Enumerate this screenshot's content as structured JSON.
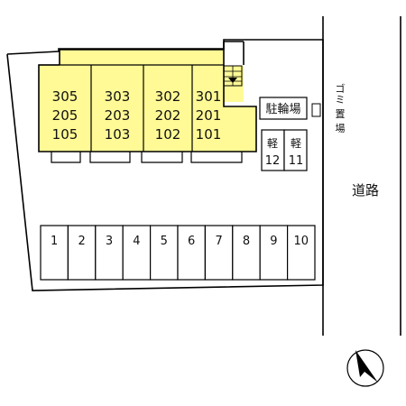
{
  "building": {
    "fill": "#fffa96",
    "units": [
      {
        "lines": [
          "305",
          "205",
          "105"
        ]
      },
      {
        "lines": [
          "303",
          "203",
          "103"
        ]
      },
      {
        "lines": [
          "302",
          "202",
          "102"
        ]
      },
      {
        "lines": [
          "301",
          "201",
          "101"
        ]
      }
    ]
  },
  "bike_parking": {
    "label": "駐輪場"
  },
  "garbage": {
    "label": "ゴミ置場"
  },
  "kei_spaces": [
    {
      "top": "軽",
      "num": "12"
    },
    {
      "top": "軽",
      "num": "11"
    }
  ],
  "road": {
    "label": "道路"
  },
  "parking": {
    "numbers": [
      "1",
      "2",
      "3",
      "4",
      "5",
      "6",
      "7",
      "8",
      "9",
      "10"
    ]
  },
  "compass": {
    "icon": "north-arrow-icon"
  }
}
